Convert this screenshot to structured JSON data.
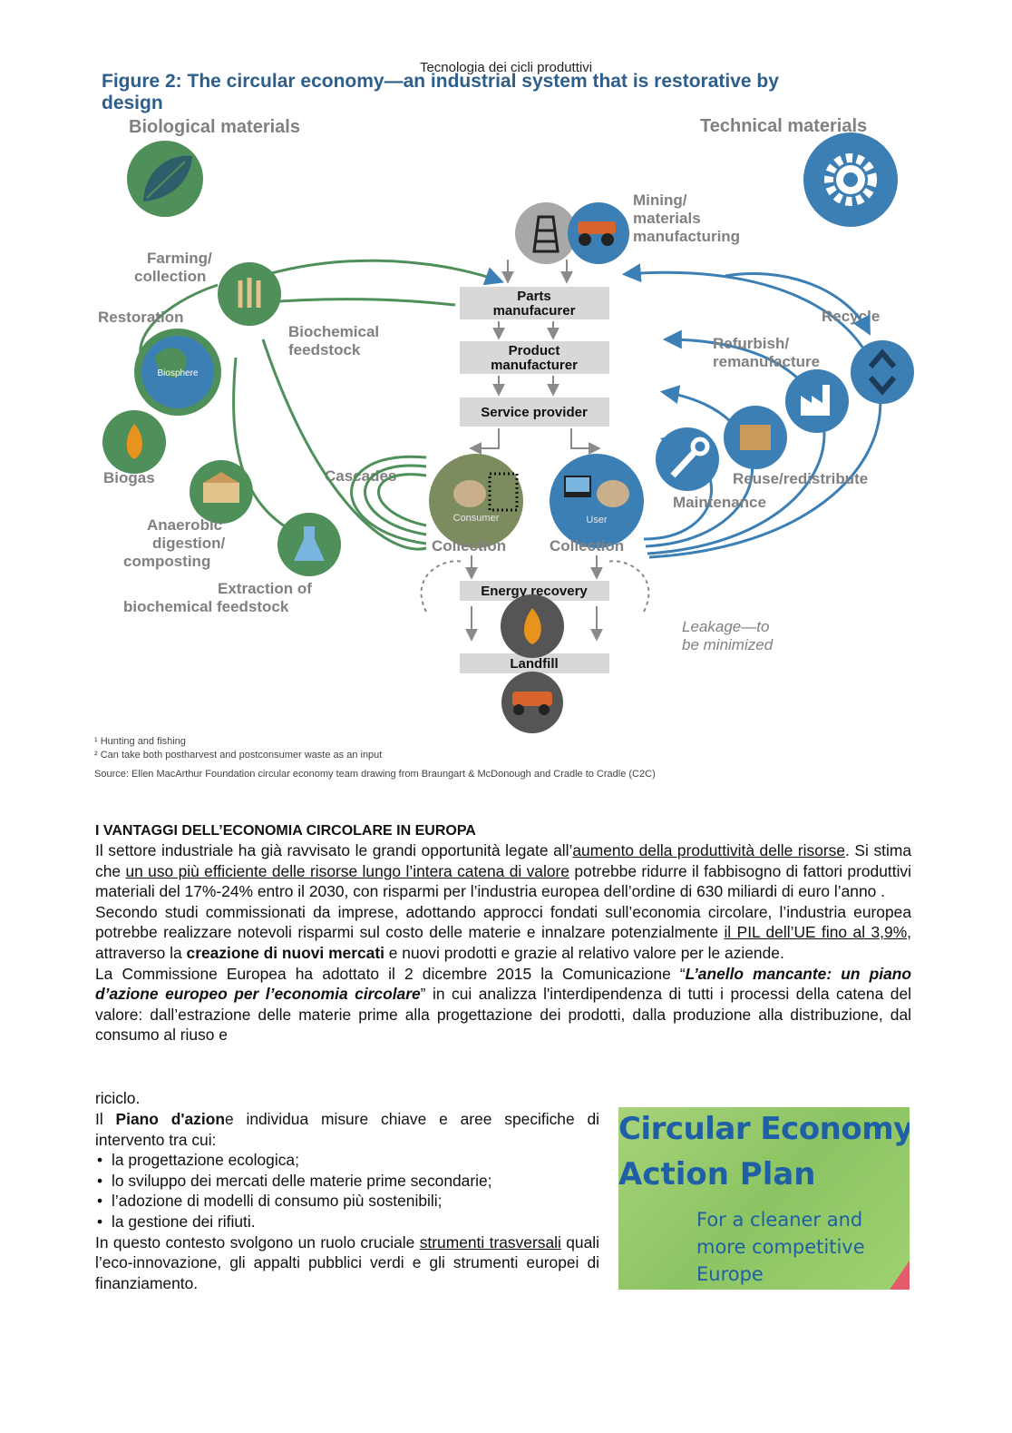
{
  "page_header": "Tecnologia dei cicli produttivi",
  "figure": {
    "title_line1": "Figure 2: The circular economy—an industrial system that is restorative by",
    "title_line2": "design",
    "biological_heading": "Biological materials",
    "technical_heading": "Technical materials",
    "labels": {
      "mining1": "Mining/",
      "mining2": "materials",
      "mining3": "manufacturing",
      "farming1": "Farming/",
      "farming2": "collection",
      "restoration": "Restoration",
      "biosphere": "Biosphere",
      "biochem1": "Biochemical",
      "biochem2": "feedstock",
      "parts1": "Parts",
      "parts2": "manufacurer",
      "product1": "Product",
      "product2": "manufacturer",
      "service": "Service provider",
      "recycle": "Recycle",
      "refurbish1": "Refurbish/",
      "refurbish2": "remanufacture",
      "reuse": "Reuse/redistribute",
      "maintenance": "Maintenance",
      "biogas": "Biogas",
      "cascades": "Cascades",
      "consumer": "Consumer",
      "user": "User",
      "collection_left": "Collection",
      "collection_right": "Collection",
      "anaerobic1": "Anaerobic",
      "anaerobic2": "digestion/",
      "anaerobic3": "composting",
      "extraction1": "Extraction of",
      "extraction2": "biochemical feedstock",
      "energy": "Energy recovery",
      "leakage1": "Leakage—to",
      "leakage2": "be minimized",
      "landfill": "Landfill"
    },
    "notes": [
      "¹ Hunting and fishing",
      "² Can take both postharvest and postconsumer waste as an input"
    ],
    "source": "Source: Ellen MacArthur Foundation circular economy team drawing from Braungart & McDonough and Cradle to Cradle (C2C)",
    "colors": {
      "blue": "#3c7fb5",
      "green": "#4f8f5a",
      "grey": "#d9d9d9",
      "text": "#7a7a7a"
    }
  },
  "article": {
    "heading": "I VANTAGGI DELL’ECONOMIA CIRCOLARE IN EUROPA",
    "p1_a": "Il settore industriale ha già ravvisato le grandi opportunità legate all’",
    "p1_u1": "aumento della produttività delle risorse",
    "p1_b": ". Si stima che ",
    "p1_u2": "un uso più efficiente delle risorse lungo l’intera catena di valore",
    "p1_c": " potrebbe ridurre il fabbisogno di fattori produttivi materiali del 17%-24% entro il 2030, con risparmi per l’industria europea dell’ordine di 630 miliardi di euro l’anno .",
    "p2_a": "Secondo studi commissionati da imprese, adottando approcci fondati sull’economia circolare, l’industria europea potrebbe realizzare notevoli risparmi sul costo delle materie e innalzare potenzialmente ",
    "p2_u": "il PIL dell’UE fino al 3,9%",
    "p2_b": ", attraverso la ",
    "p2_bold": "creazione di nuovi mercati",
    "p2_c": " e nuovi prodotti e grazie al relativo valore per le aziende.",
    "p3_a": "La Commissione Europea ha adottato il 2 dicembre 2015 la Comunicazione “",
    "p3_bi": "L’anello mancante: un piano d’azione europeo per l’economia circolare",
    "p3_b": "” in cui analizza l'interdipendenza di tutti i processi della catena del valore: dall’estrazione delle materie prime alla progettazione dei prodotti, dalla produzione alla distribuzione, dal consumo al riuso e",
    "p3_end": "riciclo.",
    "p4_a": "Il ",
    "p4_bold": "Piano d'azion",
    "p4_bold2": "e",
    "p4_b": " individua misure chiave e aree specifiche di intervento tra cui:",
    "bullets": [
      "la progettazione ecologica;",
      "lo sviluppo dei mercati delle materie prime secondarie;",
      "l’adozione di modelli di consumo più sostenibili;",
      "la gestione dei rifiuti."
    ],
    "p5_a": "In questo contesto svolgono un ruolo cruciale ",
    "p5_u": "strumenti trasversali",
    "p5_b": " quali l’eco-innovazione, gli appalti pubblici verdi e gli strumenti europei di finanziamento."
  },
  "promo": {
    "line1": "Circular Economy",
    "line2": "Action Plan",
    "sub1": "For a cleaner and",
    "sub2": "more competitive",
    "sub3": "Europe"
  }
}
